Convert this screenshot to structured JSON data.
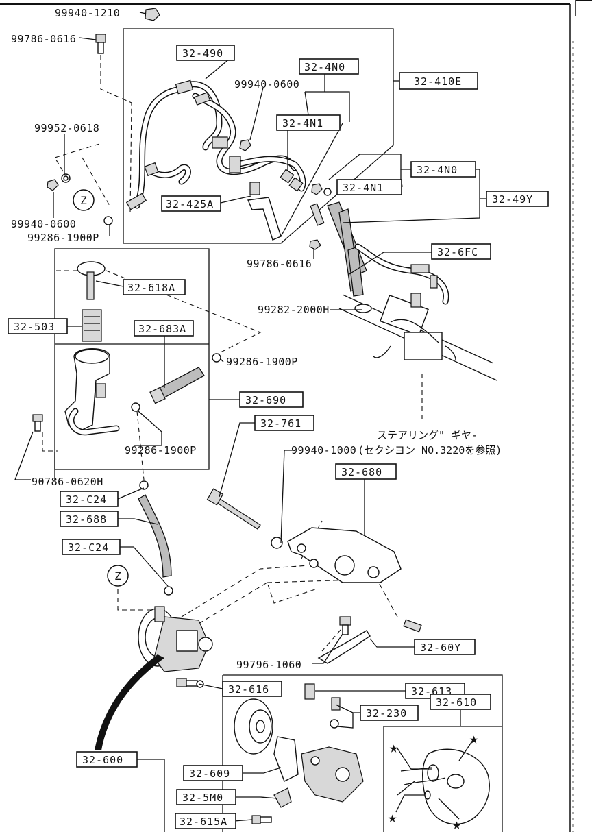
{
  "callouts": {
    "c_99940_1210": "99940-1210",
    "c_99786_0616_top": "99786-0616",
    "c_99940_0600_mid": "99940-0600",
    "c_99952_0618": "99952-0618",
    "c_99940_0600_left": "99940-0600",
    "c_99286_1900p_a": "99286-1900P",
    "c_99786_0616_b": "99786-0616",
    "c_99282_2000h": "99282-2000H",
    "c_99286_1900p_b": "99286-1900P",
    "c_99286_1900p_c": "99286-1900P",
    "c_90786_0620h": "90786-0620H",
    "c_99940_1000": "99940-1000",
    "c_section_ref": "(セクシヨン NO.3220を参照)",
    "c_99796_1060": "99796-1060",
    "c_steering_gear": "ステアリング\" ギヤ-"
  },
  "boxed_parts": {
    "p_32_490": "32-490",
    "p_32_4n0_a": "32-4N0",
    "p_32_410e": "32-410E",
    "p_32_4n1_a": "32-4N1",
    "p_32_4n0_b": "32-4N0",
    "p_32_4n1_b": "32-4N1",
    "p_32_49y": "32-49Y",
    "p_32_425a": "32-425A",
    "p_32_6fc": "32-6FC",
    "p_32_618a": "32-618A",
    "p_32_503": "32-503",
    "p_32_683a": "32-683A",
    "p_32_690": "32-690",
    "p_32_761": "32-761",
    "p_32_680": "32-680",
    "p_32_c24_a": "32-C24",
    "p_32_688": "32-688",
    "p_32_c24_b": "32-C24",
    "p_32_60y": "32-60Y",
    "p_32_616": "32-616",
    "p_32_613": "32-613",
    "p_32_230": "32-230",
    "p_32_610": "32-610",
    "p_32_600": "32-600",
    "p_32_609": "32-609",
    "p_32_5m0": "32-5M0",
    "p_32_615a": "32-615A"
  },
  "markers": {
    "z_top": "Z",
    "z_bottom": "Z"
  },
  "icons": {
    "star": "star-icon",
    "reference_circle": "circle-letter-icon"
  }
}
